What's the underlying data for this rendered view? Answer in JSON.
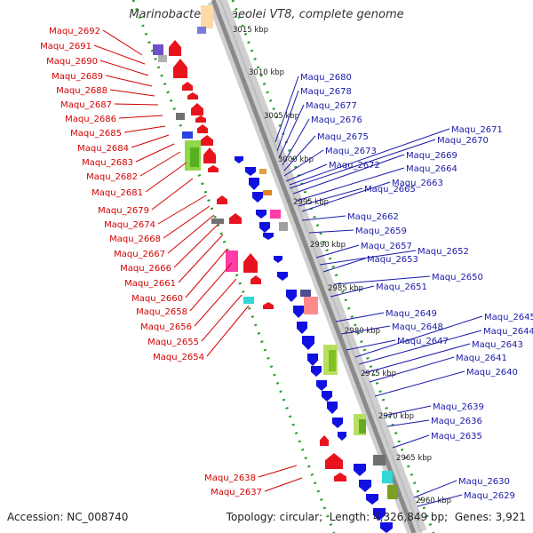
{
  "title": "Marinobacter aquaeolei VT8, complete genome",
  "footer": {
    "accession_label": "Accession:",
    "accession": "NC_008740",
    "topology_label": "Topology:",
    "topology": "circular",
    "length_label": "Length:",
    "length": "4,326,849 bp",
    "genes_label": "Genes:",
    "genes": "3,921"
  },
  "colors": {
    "reverse_strand_label": "#d40000",
    "forward_strand_label": "#1a1aa8",
    "reverse_gene": "#e8141d",
    "forward_gene": "#1010e0",
    "backbone": "#8a8a8a",
    "ticks": "#2a9a2a"
  },
  "scale_ticks": [
    "3015 kbp",
    "3010 kbp",
    "3005 kbp",
    "3000 kbp",
    "2995 kbp",
    "2990 kbp",
    "2985 kbp",
    "2980 kbp",
    "2975 kbp",
    "2970 kbp",
    "2965 kbp",
    "2960 kbp"
  ],
  "left_labels": [
    "Maqu_2692",
    "Maqu_2691",
    "Maqu_2690",
    "Maqu_2689",
    "Maqu_2688",
    "Maqu_2687",
    "Maqu_2686",
    "Maqu_2685",
    "Maqu_2684",
    "Maqu_2683",
    "Maqu_2682",
    "Maqu_2681",
    "Maqu_2679",
    "Maqu_2674",
    "Maqu_2668",
    "Maqu_2667",
    "Maqu_2666",
    "Maqu_2661",
    "Maqu_2660",
    "Maqu_2658",
    "Maqu_2656",
    "Maqu_2655",
    "Maqu_2654",
    "Maqu_2638",
    "Maqu_2637"
  ],
  "right_labels": [
    "Maqu_2680",
    "Maqu_2678",
    "Maqu_2677",
    "Maqu_2676",
    "Maqu_2675",
    "Maqu_2673",
    "Maqu_2672",
    "Maqu_2671",
    "Maqu_2670",
    "Maqu_2669",
    "Maqu_2664",
    "Maqu_2665",
    "Maqu_2663",
    "Maqu_2662",
    "Maqu_2659",
    "Maqu_2657",
    "Maqu_2652",
    "Maqu_2653",
    "Maqu_2651",
    "Maqu_2650",
    "Maqu_2649",
    "Maqu_2648",
    "Maqu_2647",
    "Maqu_2645",
    "Maqu_2644",
    "Maqu_2643",
    "Maqu_2641",
    "Maqu_2640",
    "Maqu_2639",
    "Maqu_2636",
    "Maqu_2635",
    "Maqu_2630",
    "Maqu_2629"
  ]
}
